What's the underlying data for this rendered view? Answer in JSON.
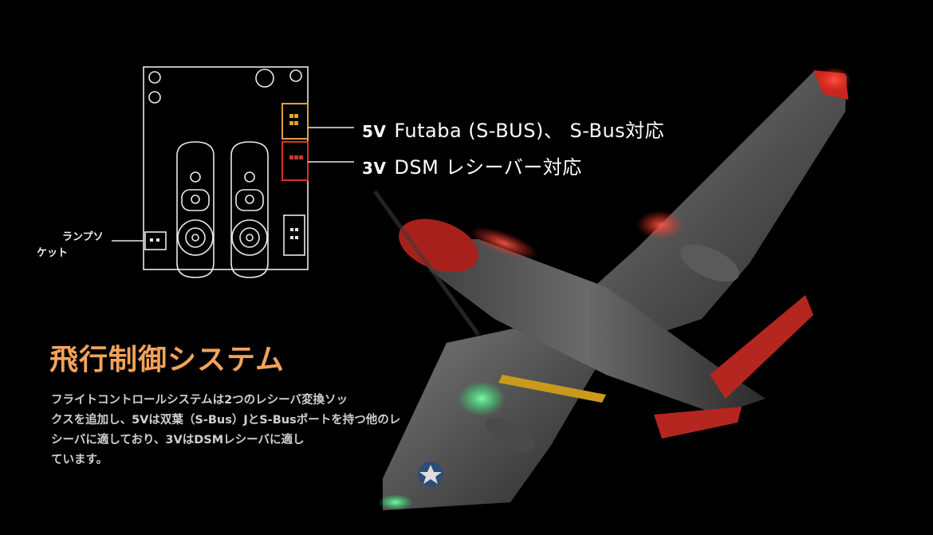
{
  "labels": {
    "v5": {
      "volt": "5V",
      "text": "Futaba (S-BUS)、 S-Bus対応"
    },
    "v3": {
      "volt": "3V",
      "text": "DSM レシーバー対応"
    },
    "lamp_socket_line1": "ランプソ",
    "lamp_socket_line2": "ケット"
  },
  "section": {
    "title": "飛行制御システム",
    "description_lines": [
      "フライトコントロールシステムは2つのレシーバ変換ソッ",
      "クスを追加し、5Vは双葉（S-Bus）JとS-Busポートを持つ他のレ",
      "シーバに適しており、3VはDSMレシーバに適し",
      "ています。"
    ]
  },
  "colors": {
    "title": "#f2a35b",
    "socket_5v": "#e2a03a",
    "socket_3v": "#d4342c",
    "board_outline": "#e8e8e8",
    "plane_red": "#c8261f",
    "led_green": "#2fff7a"
  },
  "icons": {
    "board": "flight-control-board-diagram",
    "plane": "rc-airplane-photo"
  }
}
